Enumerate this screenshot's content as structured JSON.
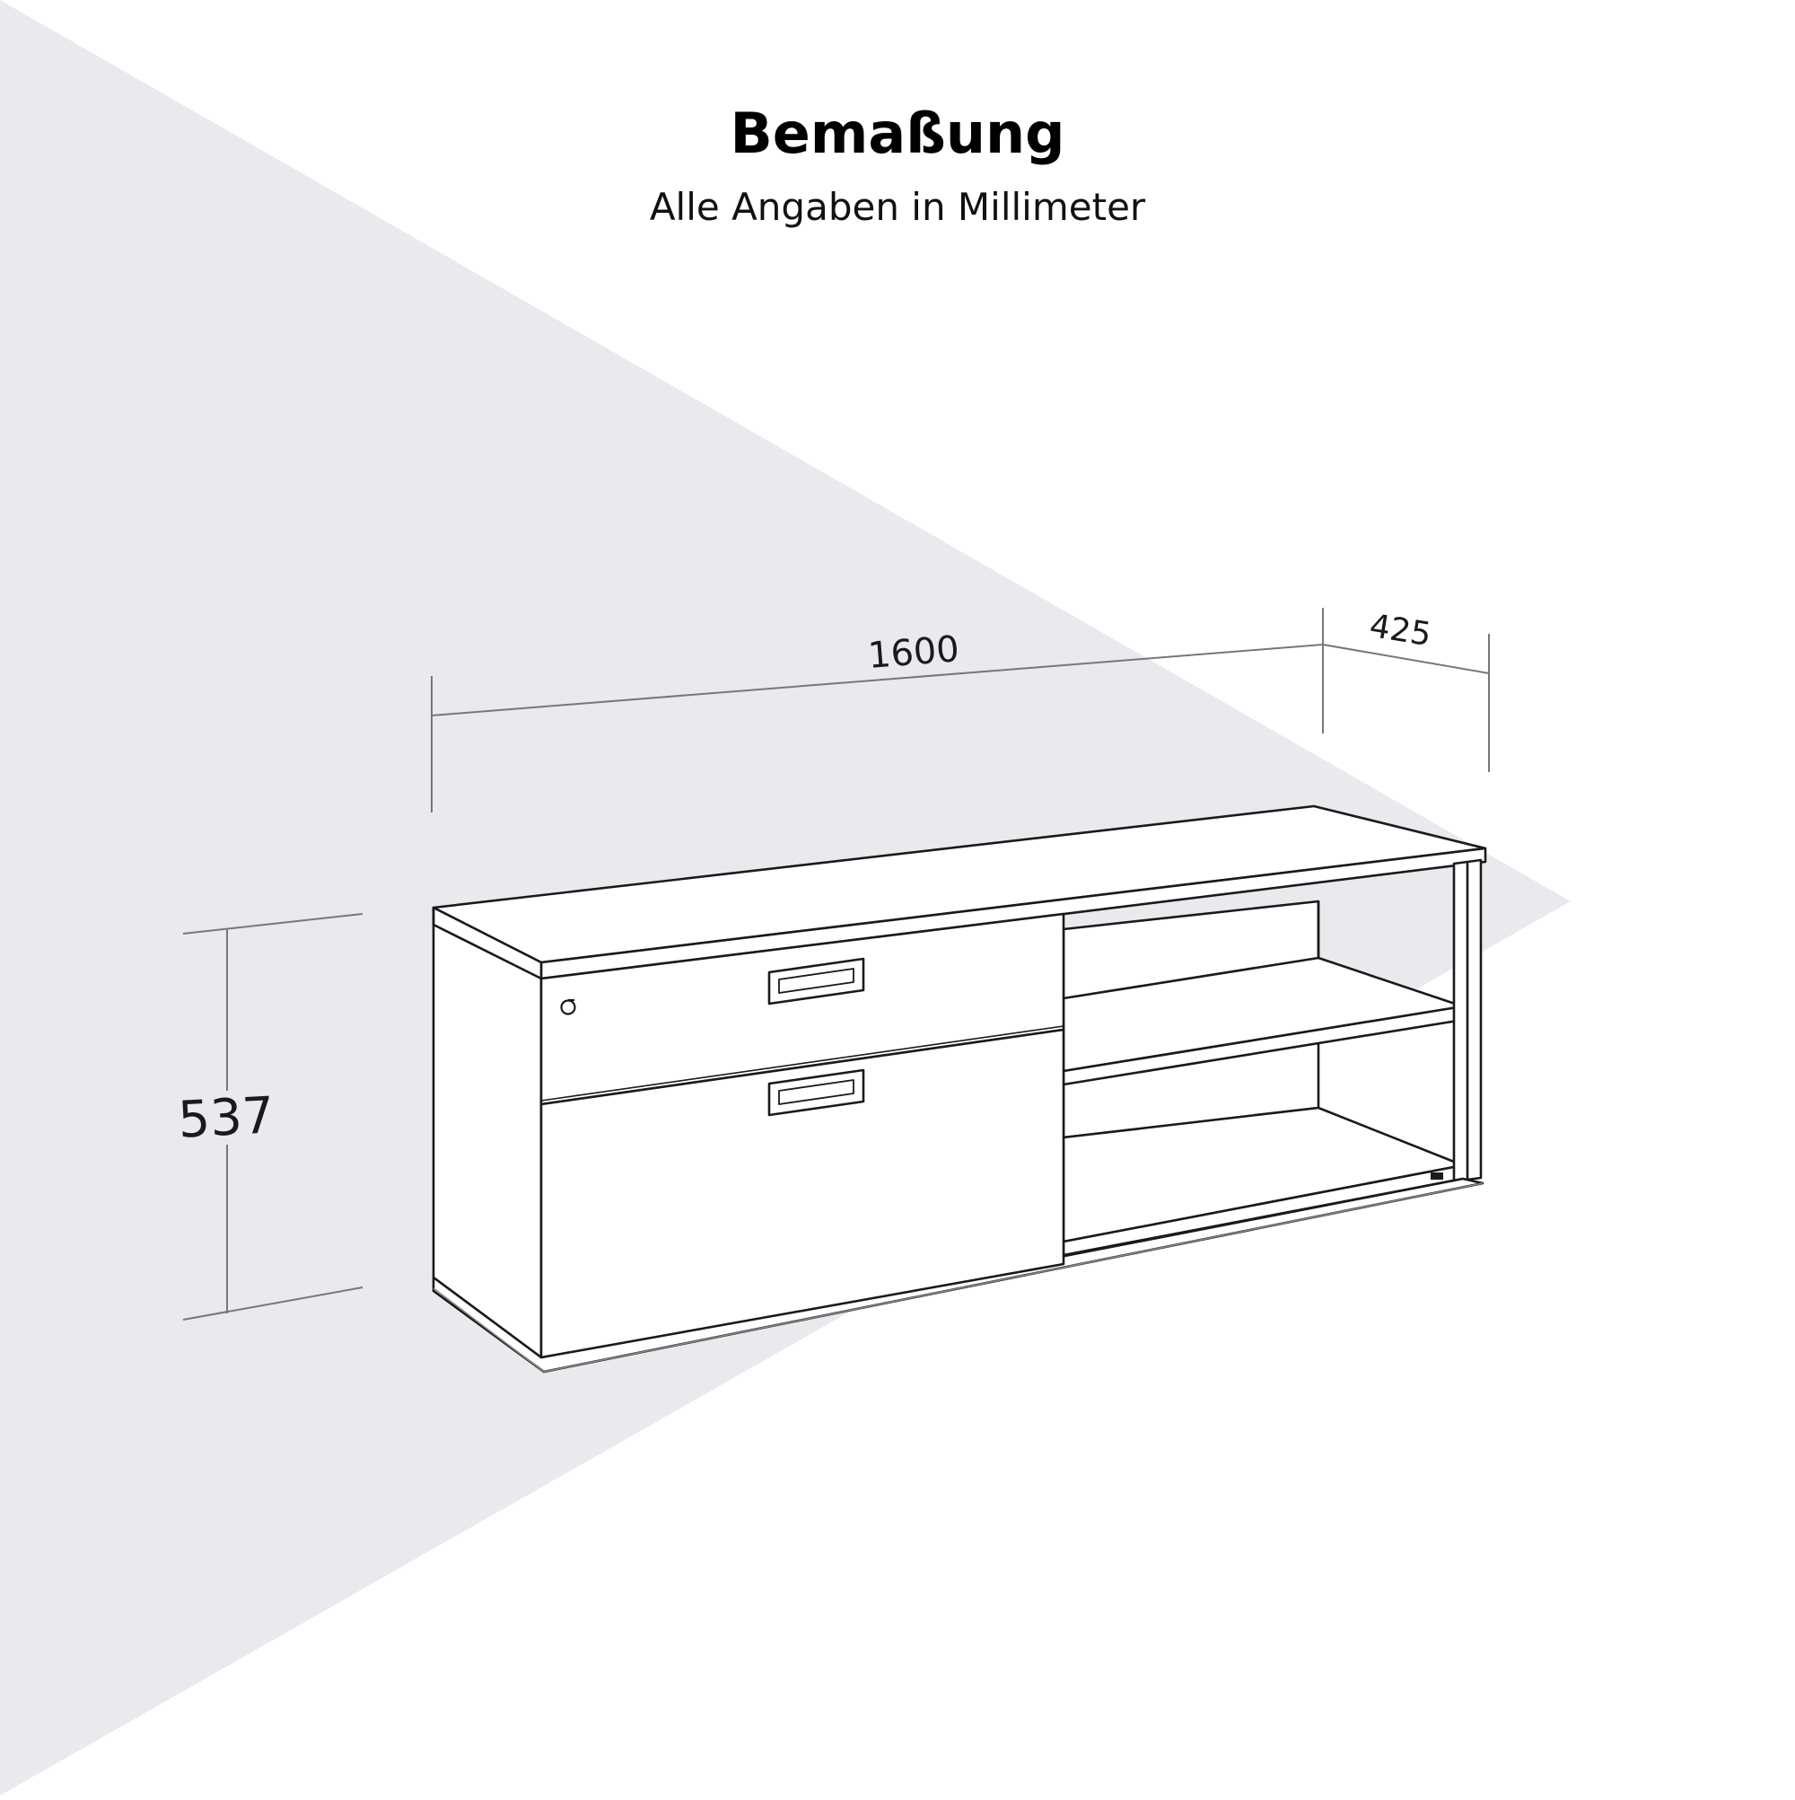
{
  "header": {
    "title": "Bemaßung",
    "subtitle": "Alle Angaben in Millimeter"
  },
  "dimensions": {
    "width": "1600",
    "depth": "425",
    "height": "537"
  },
  "colors": {
    "background_wedge": "#e9eaee",
    "line": "#1a1a1a",
    "dimension_line": "#777777"
  }
}
